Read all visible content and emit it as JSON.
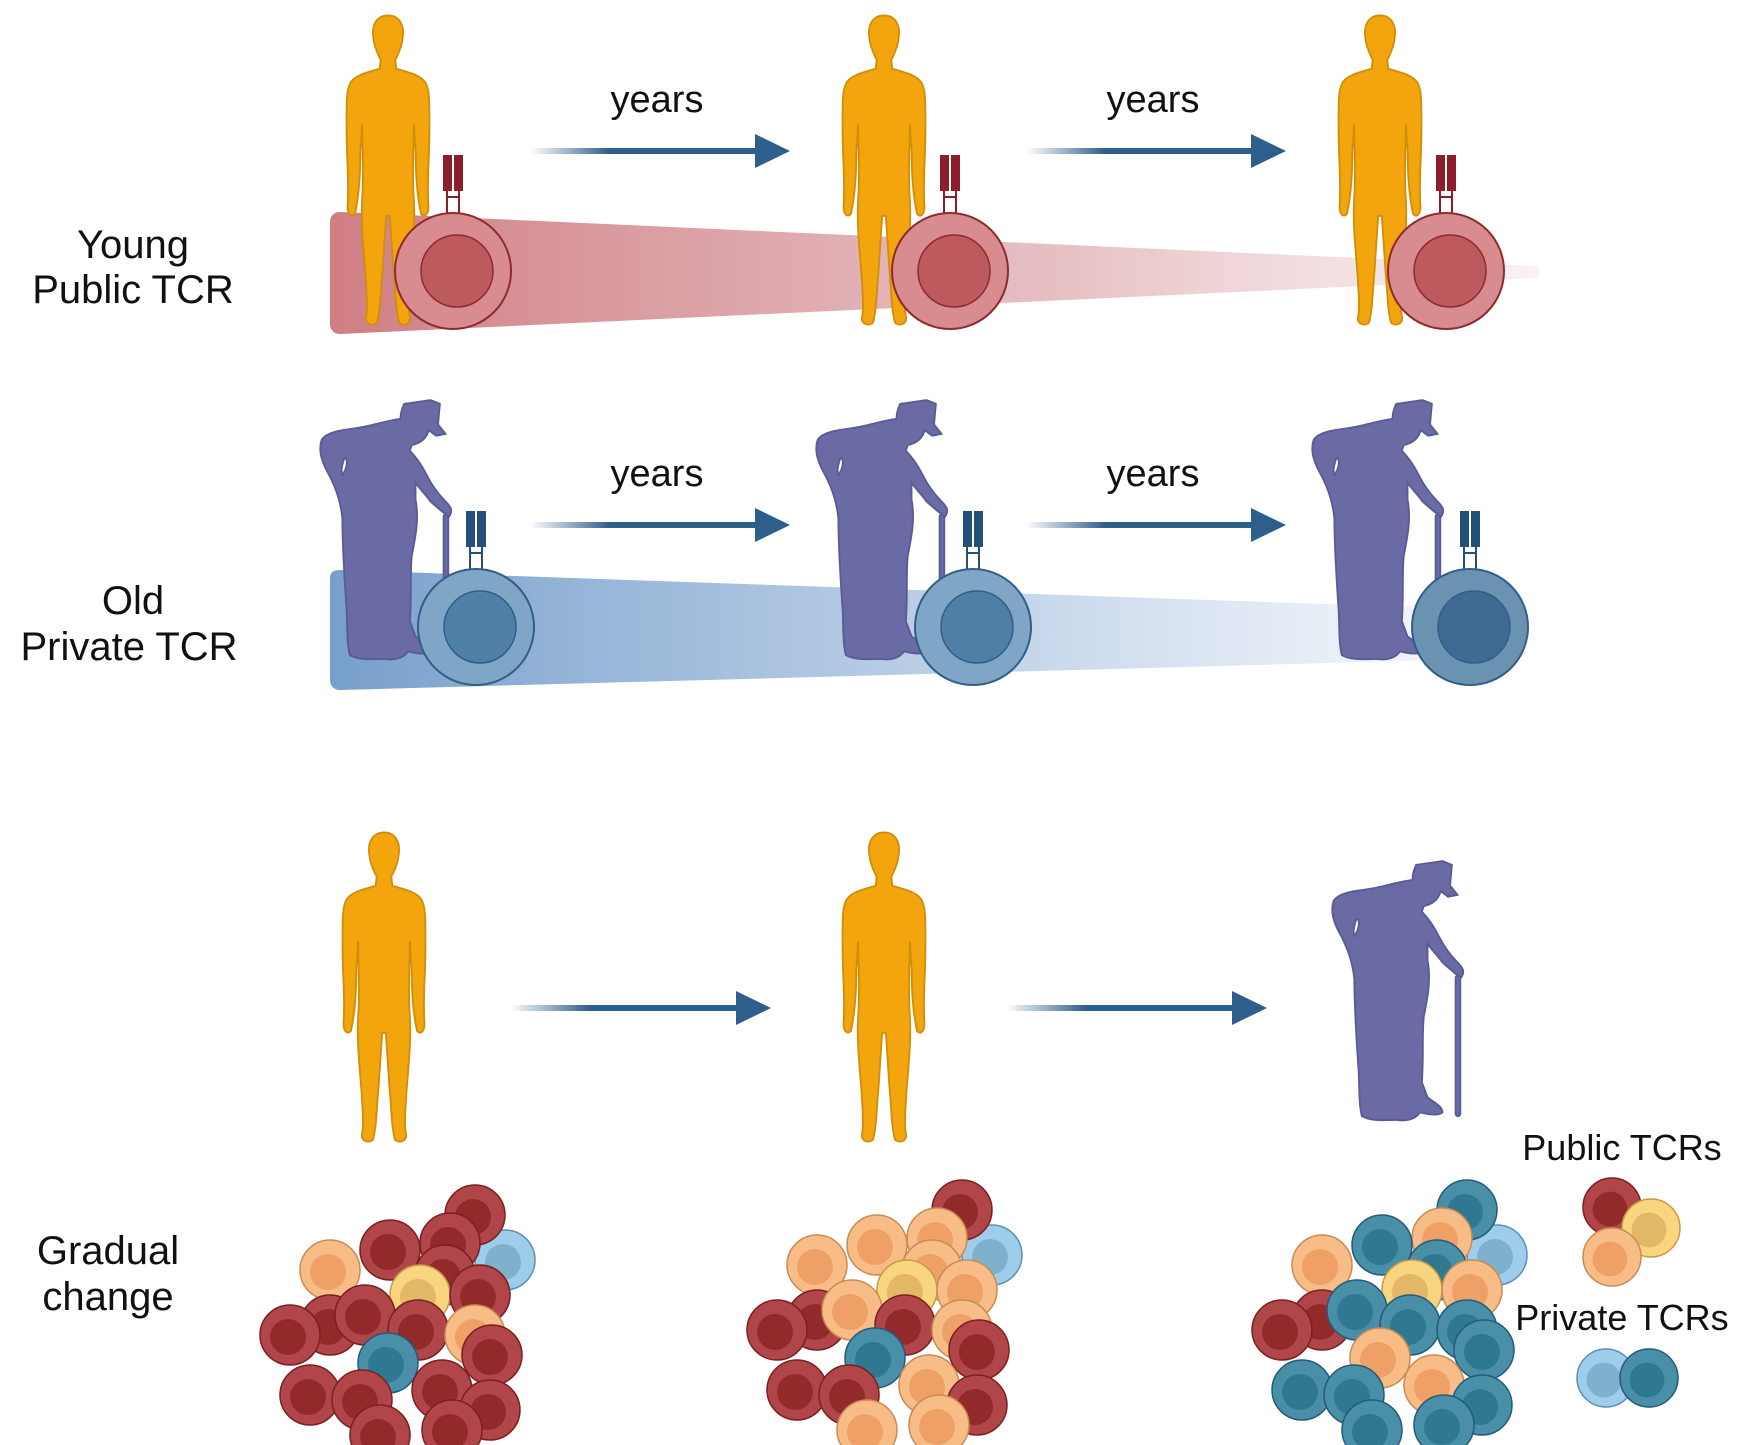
{
  "colors": {
    "young_figure": "#F2A50C",
    "young_figure_stroke": "#D18E0A",
    "old_figure": "#6A6AA4",
    "old_figure_stroke": "#5A5A94",
    "arrow": "#2E5E8C",
    "public_wedge": "#C7676E",
    "private_wedge": "#6F9ACB",
    "public_red_outer": "#B0454A",
    "public_red_inner": "#922A2C",
    "public_red_stroke": "#7A2022",
    "public_yellow_outer": "#F8D57E",
    "public_yellow_inner": "#E2B765",
    "public_yellow_stroke": "#C89A45",
    "public_orange_outer": "#F8BD86",
    "public_orange_inner": "#EFA066",
    "public_orange_stroke": "#C98B55",
    "private_light_outer": "#9DCDEB",
    "private_light_inner": "#7FB0CC",
    "private_light_stroke": "#5F8FB5",
    "private_teal_outer": "#4A8FA8",
    "private_teal_inner": "#2E7892",
    "private_teal_stroke": "#245A7A",
    "tcell_red_outer": "#D98C90",
    "tcell_red_inner": "#BC5A5E",
    "tcell_red_stroke": "#8E2A30",
    "tcr_red": "#8B1E2A",
    "tcell_blue_outer": "#7FA6C6",
    "tcell_blue_inner": "#4F7FA6",
    "tcell_blue_stroke": "#335E85",
    "tcr_blue": "#22507A"
  },
  "rows": [
    {
      "id": "young",
      "label_lines": [
        "Young",
        "Public TCR"
      ],
      "arrow_labels": [
        "years",
        "years"
      ],
      "figure": "young-person-icon",
      "trend": "decreasing"
    },
    {
      "id": "old",
      "label_lines": [
        "Old",
        "Private TCR"
      ],
      "arrow_labels": [
        "years",
        "years"
      ],
      "figure": "old-person-with-cane-icon",
      "trend": "decreasing"
    },
    {
      "id": "gradual",
      "label_lines": [
        "Gradual",
        "change"
      ],
      "arrow_labels": [
        "",
        ""
      ],
      "stages": [
        {
          "figure": "young-person-icon",
          "composition": {
            "public_red": 17,
            "public_yellow": 2,
            "public_orange": 2,
            "private_light": 1,
            "private_teal": 1
          }
        },
        {
          "figure": "young-person-icon",
          "composition": {
            "public_red": 8,
            "public_yellow": 1,
            "public_orange": 10,
            "private_light": 1,
            "private_teal": 1
          }
        },
        {
          "figure": "old-person-with-cane-icon",
          "composition": {
            "public_red": 2,
            "public_yellow": 1,
            "public_orange": 6,
            "private_light": 1,
            "private_teal": 12
          }
        }
      ]
    }
  ],
  "legend": {
    "public_title": "Public TCRs",
    "private_title": "Private TCRs"
  }
}
